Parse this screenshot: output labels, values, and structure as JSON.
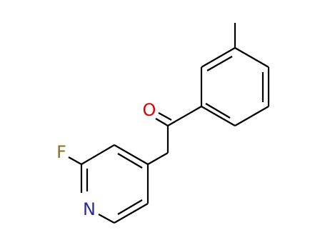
{
  "molecule": {
    "atoms": {
      "oxygen": {
        "symbol": "O",
        "color": "#e00000"
      },
      "fluorine": {
        "symbol": "F",
        "color": "#8a7020"
      },
      "nitrogen": {
        "symbol": "N",
        "color": "#2a2a9a"
      }
    },
    "bond_color": "#000000",
    "background": "#ffffff"
  }
}
